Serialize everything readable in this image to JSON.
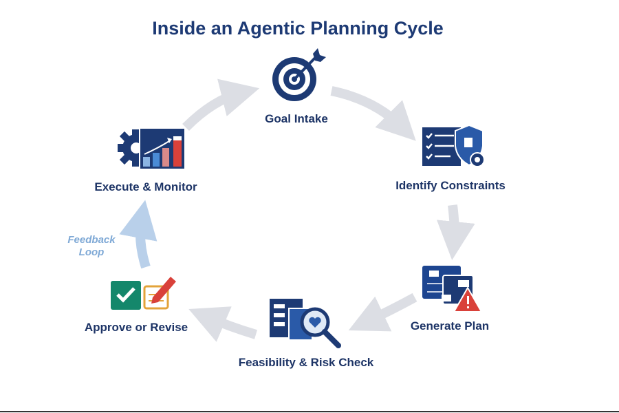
{
  "title": "Inside an Agentic Planning Cycle",
  "steps": [
    {
      "label": "Goal Intake",
      "icon": "target-icon"
    },
    {
      "label": "Identify Constraints",
      "icon": "checklist-shield-icon"
    },
    {
      "label": "Generate Plan",
      "icon": "flowchart-warning-icon"
    },
    {
      "label": "Feasibility & Risk Check",
      "icon": "document-magnifier-icon"
    },
    {
      "label": "Approve or Revise",
      "icon": "checkbox-edit-icon"
    },
    {
      "label": "Execute & Monitor",
      "icon": "gear-chart-icon"
    }
  ],
  "feedback": {
    "line1": "Feedback",
    "line2": "Loop"
  },
  "colors": {
    "navy": "#1d3a74",
    "arrow": "#dcdee4",
    "feedback": "#b9d0ea",
    "red": "#d9413a",
    "green": "#14876b"
  }
}
